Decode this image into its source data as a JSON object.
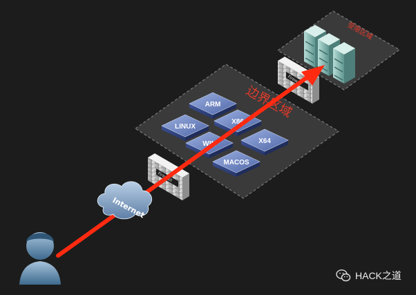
{
  "zones": {
    "border_zone_label": "边界区域",
    "inner_zone_label": "受限区域"
  },
  "servers": [
    {
      "label": "ARM"
    },
    {
      "label": "LINUX"
    },
    {
      "label": "X86"
    },
    {
      "label": "WIN"
    },
    {
      "label": "X64"
    },
    {
      "label": "MACOS"
    }
  ],
  "firewalls": [
    {
      "label": "Firewall"
    },
    {
      "label": "Firewall"
    }
  ],
  "cloud": {
    "label": "Internet"
  },
  "watermark": {
    "text": "HACK之道",
    "icon": "wechat-icon"
  },
  "colors": {
    "background": "#1c1c1c",
    "zone_fill": "#3a3a3a",
    "zone_border": "#7a7a7a",
    "zone_label": "#e23a2a",
    "arrow": "#ff2a10",
    "server_blue": "#5a74b8",
    "cloud": "#8aa8c8"
  }
}
